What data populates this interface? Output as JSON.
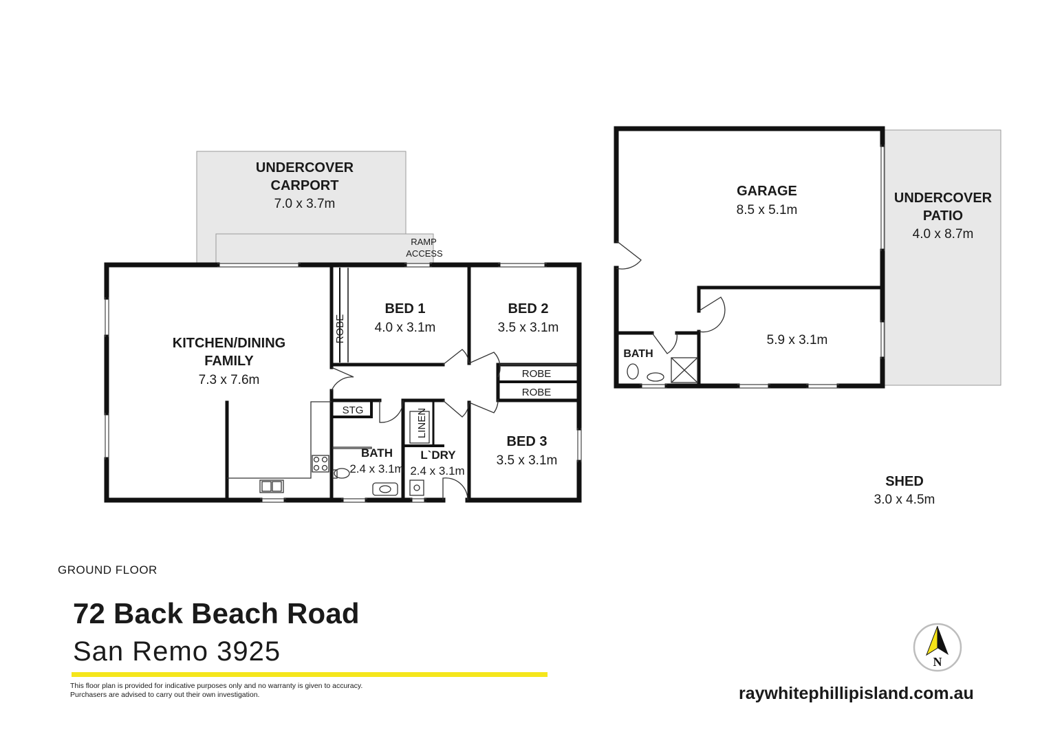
{
  "floor_label": "GROUND  FLOOR",
  "address": "72 Back Beach Road",
  "suburb": "San Remo 3925",
  "disclaimer": [
    "This floor plan is provided for indicative purposes only and no warranty is given to accuracy.",
    "Purchasers are advised to carry out their own investigation."
  ],
  "website": "raywhitephillipisland.com.au",
  "compass_letter": "N",
  "colors": {
    "wall": "#111111",
    "outdoor_fill": "#e8e8e8",
    "accent_yellow": "#f5e61c",
    "compass_yellow": "#f7e418"
  },
  "rooms": {
    "carport": {
      "name_line1": "UNDERCOVER",
      "name_line2": "CARPORT",
      "size": "7.0 x 3.7m"
    },
    "ramp": {
      "line1": "RAMP",
      "line2": "ACCESS"
    },
    "kitchen": {
      "name_line1": "KITCHEN/DINING",
      "name_line2": "FAMILY",
      "size": "7.3 x 7.6m"
    },
    "bed1": {
      "name": "BED 1",
      "size": "4.0 x 3.1m"
    },
    "bed2": {
      "name": "BED 2",
      "size": "3.5 x 3.1m"
    },
    "bed3": {
      "name": "BED 3",
      "size": "3.5 x 3.1m"
    },
    "robe_bed1": "ROBE",
    "robe_a": "ROBE",
    "robe_b": "ROBE",
    "stg": "STG",
    "linen": "LINEN",
    "bath": {
      "name": "BATH",
      "size": "2.4 x 3.1m"
    },
    "laundry": {
      "name": "L`DRY",
      "size": "2.4 x 3.1m"
    },
    "garage": {
      "name": "GARAGE",
      "size": "8.5 x 5.1m"
    },
    "patio": {
      "name_line1": "UNDERCOVER",
      "name_line2": "PATIO",
      "size": "4.0 x 8.7m"
    },
    "garage_room": {
      "size": "5.9 x 3.1m"
    },
    "garage_bath": {
      "name": "BATH"
    },
    "shed": {
      "name": "SHED",
      "size": "3.0 x 4.5m"
    }
  }
}
